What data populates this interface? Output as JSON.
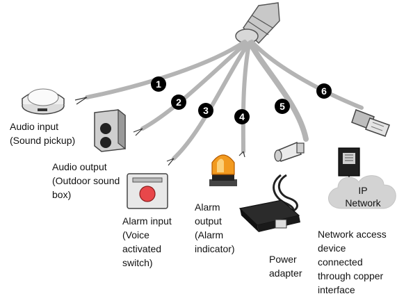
{
  "labels": {
    "audio_input": "Audio input\n(Sound pickup)",
    "audio_output": "Audio output\n(Outdoor sound\nbox)",
    "alarm_input": "Alarm input\n(Voice\nactivated\nswitch)",
    "alarm_output": "Alarm\noutput\n(Alarm\nindicator)",
    "power_adapter": "Power\nadapter",
    "network_device": "Network access\ndevice\nconnected\nthrough copper\ninterface"
  },
  "cloud": {
    "line1": "IP",
    "line2": "Network"
  },
  "badges": [
    "1",
    "2",
    "3",
    "4",
    "5",
    "6"
  ],
  "colors": {
    "cable": "#b4b4b4",
    "cable_edge": "#8a8a8a",
    "badge": "#000000",
    "alarm_light": "#f29a1f",
    "alarm_button": "#e8474a",
    "cloud": "#d3d3d3"
  }
}
